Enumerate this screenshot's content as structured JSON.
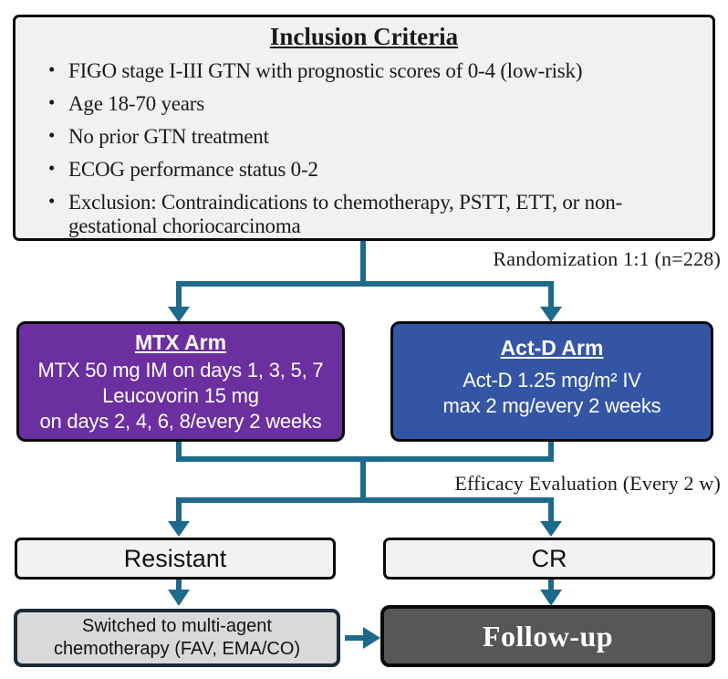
{
  "colors": {
    "teal": "#1E6A8C",
    "purple": "#6B2F9F",
    "blue": "#3355A4",
    "box_light": "#F2F2F2",
    "box_gray": "#D9D9D9",
    "box_dark": "#575757",
    "border_black": "#0A0A0A",
    "border_navy": "#1B2B38",
    "text_dark": "#1A1A1A",
    "text_white": "#FFFFFF"
  },
  "inclusion": {
    "title": "Inclusion Criteria",
    "bullets": [
      "FIGO stage I-III GTN with prognostic scores of 0-4 (low-risk)",
      "Age 18-70 years",
      "No prior GTN treatment",
      "ECOG performance status 0-2",
      "Exclusion: Contraindications to chemotherapy, PSTT, ETT, or non-gestational choriocarcinoma"
    ]
  },
  "labels": {
    "randomization": "Randomization 1:1  (n=228)",
    "efficacy": "Efficacy Evaluation  (Every 2 w)"
  },
  "mtx_arm": {
    "title": "MTX Arm",
    "lines": [
      "MTX 50 mg IM on days 1, 3, 5, 7",
      "Leucovorin 15 mg",
      "on days 2, 4, 6, 8/every 2 weeks"
    ]
  },
  "actd_arm": {
    "title": "Act-D Arm",
    "lines": [
      "Act-D 1.25 mg/m² IV",
      "max 2 mg/every 2 weeks"
    ]
  },
  "outcomes": {
    "resistant": "Resistant",
    "cr": "CR"
  },
  "switched": {
    "line1": "Switched to multi-agent",
    "line2": "chemotherapy  (FAV,  EMA/CO)"
  },
  "followup": {
    "label": "Follow-up"
  }
}
